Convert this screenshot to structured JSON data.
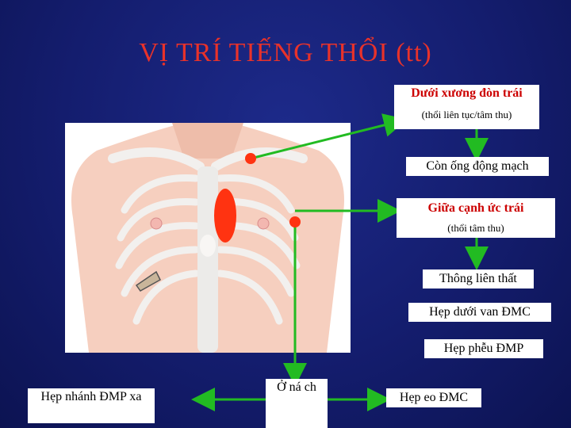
{
  "slide": {
    "title": "VỊ TRÍ TIẾNG THỔI (tt)"
  },
  "labels": {
    "subclavian": {
      "title": "Dưới xương đòn trái",
      "note": "(thổi liên tục/tâm thu)"
    },
    "pda": "Còn ống động mạch",
    "parasternal": {
      "title": "Giữa cạnh ức trái",
      "note": "(thổi tâm thu)"
    },
    "vsd": "Thông liên thất",
    "subaortic": "Hẹp dưới van ĐMC",
    "infundibular": "Hẹp phễu ĐMP",
    "branch_pa": "Hẹp nhánh ĐMP xa",
    "other": "Ở ná ch",
    "coarctation": "Hẹp eo ĐMC"
  },
  "colors": {
    "title": "#e8322a",
    "arrow": "#22bb22",
    "marker": "#ff3311"
  }
}
